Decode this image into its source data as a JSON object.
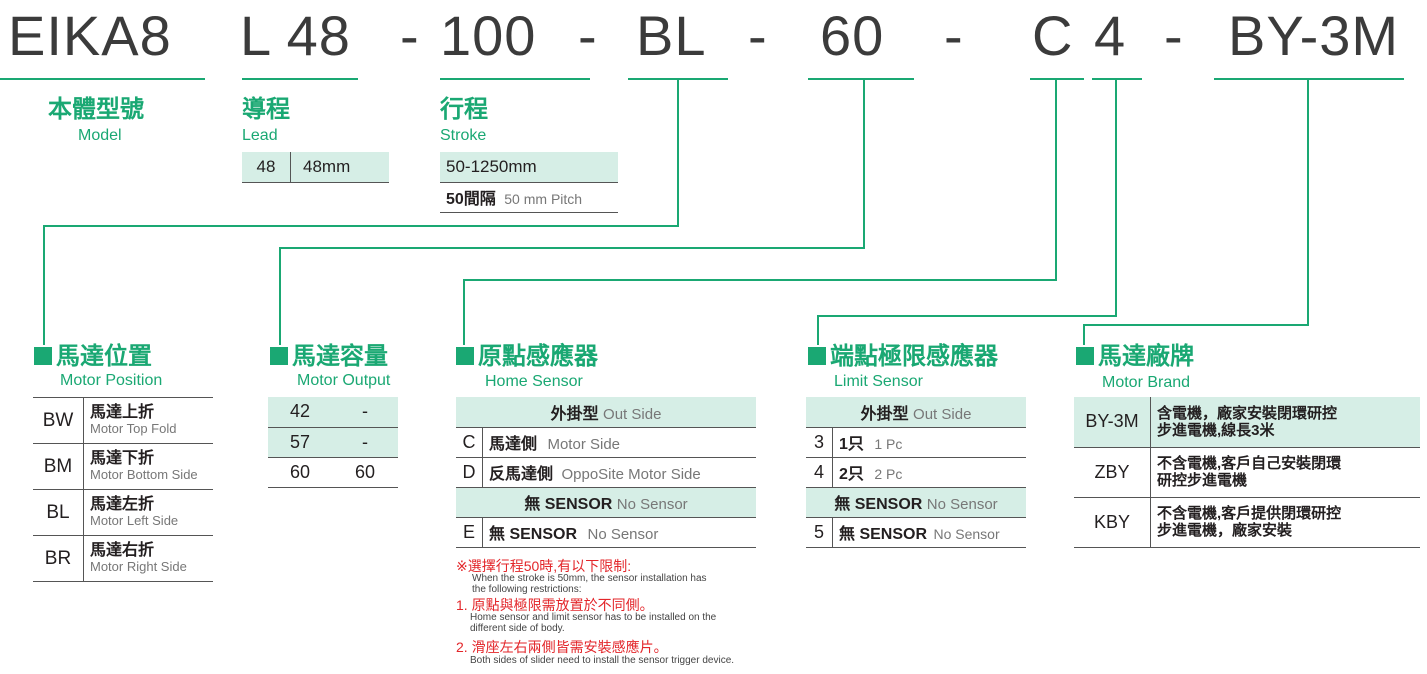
{
  "code": {
    "model": "EIKA8",
    "lead": "L 48",
    "dash1": "-",
    "stroke": "100",
    "dash2": "-",
    "position": "BL",
    "dash3": "-",
    "output": "60",
    "dash4": "-",
    "sensor_c": "C",
    "sensor_n": "4",
    "dash5": "-",
    "brand": "BY-3M"
  },
  "model_block": {
    "zh": "本體型號",
    "en": "Model"
  },
  "lead_block": {
    "zh": "導程",
    "en": "Lead",
    "rows": [
      {
        "code": "48",
        "value": "48mm"
      }
    ]
  },
  "stroke_block": {
    "zh": "行程",
    "en": "Stroke",
    "range": "50-1250mm",
    "pitch_zh": "50間隔",
    "pitch_en": "50 mm Pitch"
  },
  "motor_position": {
    "zh": "馬達位置",
    "en": "Motor Position",
    "rows": [
      {
        "code": "BW",
        "zh": "馬達上折",
        "en": "Motor Top Fold"
      },
      {
        "code": "BM",
        "zh": "馬達下折",
        "en": "Motor Bottom Side"
      },
      {
        "code": "BL",
        "zh": "馬達左折",
        "en": "Motor Left Side"
      },
      {
        "code": "BR",
        "zh": "馬達右折",
        "en": "Motor Right Side"
      }
    ]
  },
  "motor_output": {
    "zh": "馬達容量",
    "en": "Motor Output",
    "rows": [
      {
        "a": "42",
        "b": "-"
      },
      {
        "a": "57",
        "b": "-"
      },
      {
        "a": "60",
        "b": "60"
      }
    ]
  },
  "home_sensor": {
    "zh": "原點感應器",
    "en": "Home Sensor",
    "group1_zh": "外掛型",
    "group1_en": "Out Side",
    "rows1": [
      {
        "code": "C",
        "zh": "馬達側",
        "en": "Motor Side"
      },
      {
        "code": "D",
        "zh": "反馬達側",
        "en": "OppoSite Motor Side"
      }
    ],
    "group2_zh": "無 SENSOR",
    "group2_en": "No Sensor",
    "rows2": [
      {
        "code": "E",
        "zh": "無 SENSOR",
        "en": "No Sensor"
      }
    ]
  },
  "limit_sensor": {
    "zh": "端點極限感應器",
    "en": "Limit Sensor",
    "group1_zh": "外掛型",
    "group1_en": "Out Side",
    "rows1": [
      {
        "code": "3",
        "zh": "1只",
        "en": "1 Pc"
      },
      {
        "code": "4",
        "zh": "2只",
        "en": "2 Pc"
      }
    ],
    "group2_zh": "無 SENSOR",
    "group2_en": "No Sensor",
    "rows2": [
      {
        "code": "5",
        "zh": "無 SENSOR",
        "en": "No Sensor"
      }
    ]
  },
  "motor_brand": {
    "zh": "馬達廠牌",
    "en": "Motor Brand",
    "rows": [
      {
        "code": "BY-3M",
        "line1": "含電機，廠家安裝閉環研控",
        "line2": "步進電機,線長3米"
      },
      {
        "code": "ZBY",
        "line1": "不含電機,客戶自己安裝閉環",
        "line2": "研控步進電機"
      },
      {
        "code": "KBY",
        "line1": "不含電機,客戶提供閉環研控",
        "line2": "步進電機，廠家安裝"
      }
    ]
  },
  "notes": {
    "head_zh": "※選擇行程50時,有以下限制:",
    "head_en1": "When the stroke is 50mm, the sensor installation has",
    "head_en2": "the following restrictions:",
    "n1_zh": "1. 原點與極限需放置於不同側。",
    "n1_en1": "Home sensor and limit sensor has to be installed on the",
    "n1_en2": "different side of body.",
    "n2_zh": "2. 滑座左右兩側皆需安裝感應片。",
    "n2_en": "Both sides of slider need to install the sensor trigger device."
  },
  "colors": {
    "accent": "#1aa873",
    "header_bg": "#d6eee6",
    "note_red": "#e3262a"
  }
}
